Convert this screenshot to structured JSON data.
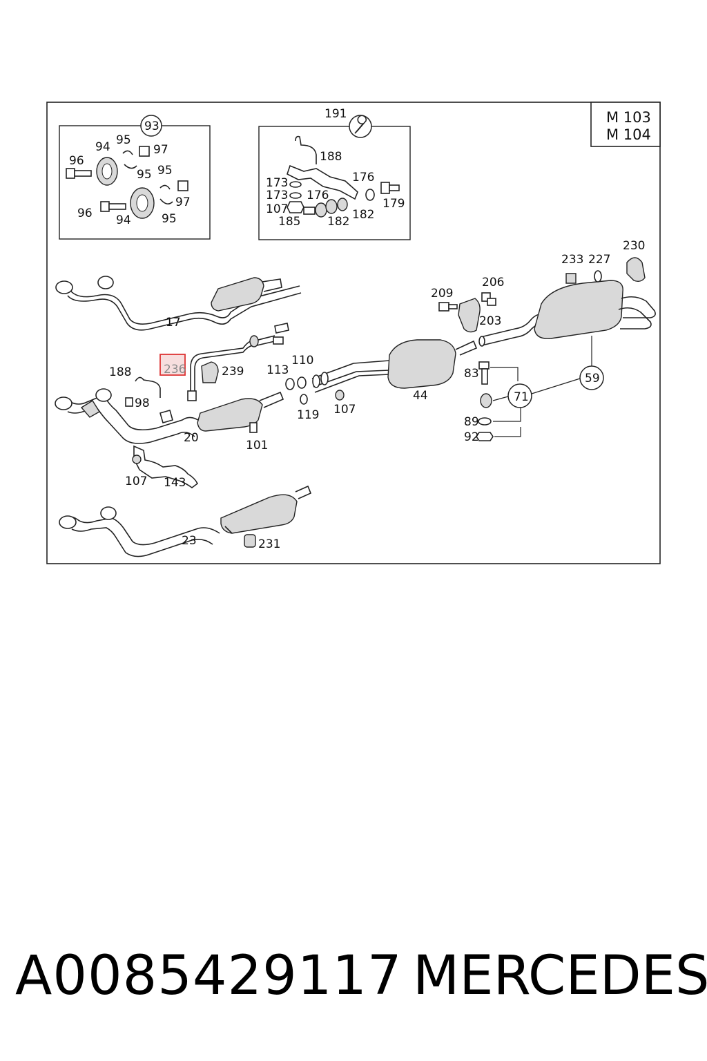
{
  "diagram": {
    "model_codes": [
      "M 103",
      "M 104"
    ],
    "highlighted_part": "236",
    "callouts": [
      {
        "id": "93",
        "text": "93",
        "circled": true
      },
      {
        "id": "191",
        "text": "191"
      },
      {
        "id": "59",
        "text": "59",
        "circled": true
      },
      {
        "id": "71",
        "text": "71",
        "circled": true
      }
    ],
    "labels": {
      "l96a": "96",
      "l94a": "94",
      "l95a": "95",
      "l97a": "97",
      "l95b": "95",
      "l95c": "95",
      "l96b": "96",
      "l94b": "94",
      "l97b": "97",
      "l95d": "95",
      "l188a": "188",
      "l176a": "176",
      "l173a": "173",
      "l173b": "173",
      "l176b": "176",
      "l179": "179",
      "l107a": "107",
      "l185": "185",
      "l182a": "182",
      "l182b": "182",
      "l17": "17",
      "l233": "233",
      "l227": "227",
      "l230": "230",
      "l209": "209",
      "l206": "206",
      "l203": "203",
      "l236": "236",
      "l239": "239",
      "l113": "113",
      "l110": "110",
      "l188b": "188",
      "l98": "98",
      "l20": "20",
      "l119": "119",
      "l107b": "107",
      "l101": "101",
      "l44": "44",
      "l83": "83",
      "l89": "89",
      "l92": "92",
      "l107c": "107",
      "l143": "143",
      "l23": "23",
      "l231": "231"
    }
  },
  "footer": {
    "part_number": "A0085429117",
    "brand": "MERCEDES"
  }
}
